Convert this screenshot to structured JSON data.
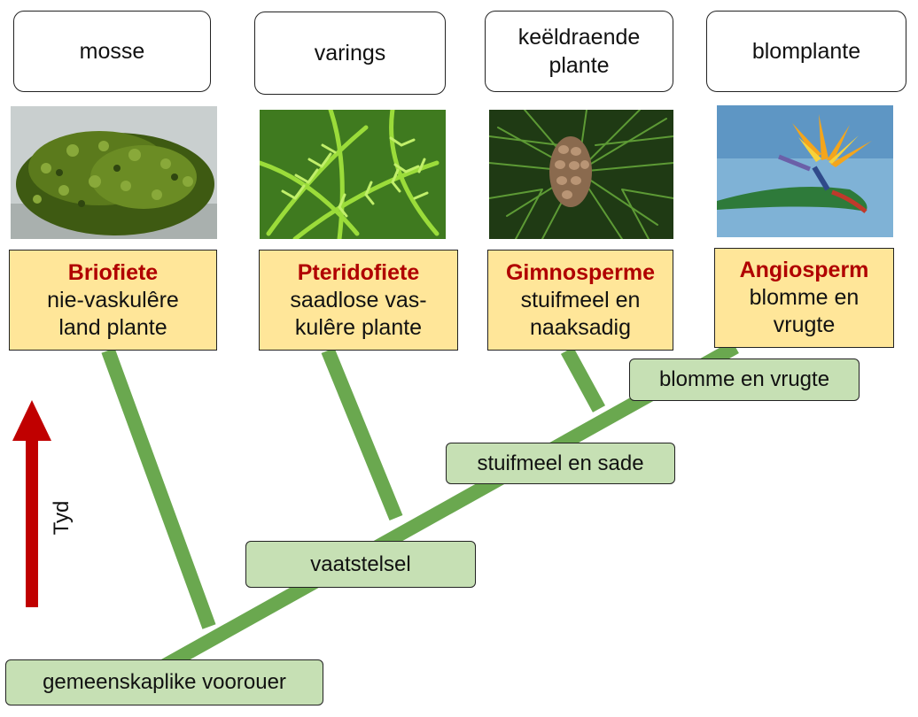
{
  "groups": [
    {
      "common_name": "mosse",
      "scientific": "Briofiete",
      "desc": "nie-vaskulêre land plante",
      "photo_icon": "moss-photo-icon"
    },
    {
      "common_name": "varings",
      "scientific": "Pteridofiete",
      "desc": "saadlose vas-kulêre plante",
      "photo_icon": "fern-photo-icon"
    },
    {
      "common_name": "keëldraende plante",
      "scientific": "Gimnosperme",
      "desc": "stuifmeel en naaksadig",
      "photo_icon": "pine-cone-photo-icon"
    },
    {
      "common_name": "blomplante",
      "scientific": "Angiosperm",
      "desc": "blomme en vrugte",
      "photo_icon": "bird-of-paradise-flower-photo-icon"
    }
  ],
  "traits": {
    "ancestor": "gemeenskaplike voorouer",
    "vascular": "vaatstelsel",
    "seeds": "stuifmeel en sade",
    "flowers": "blomme en vrugte"
  },
  "time_axis": {
    "label": "Tyd",
    "arrow_color": "#c00000"
  },
  "colors": {
    "branch": "#6aa84f",
    "label_fill": "#ffe699",
    "trait_fill": "#c6e0b4",
    "scientific_text": "#b00000"
  }
}
